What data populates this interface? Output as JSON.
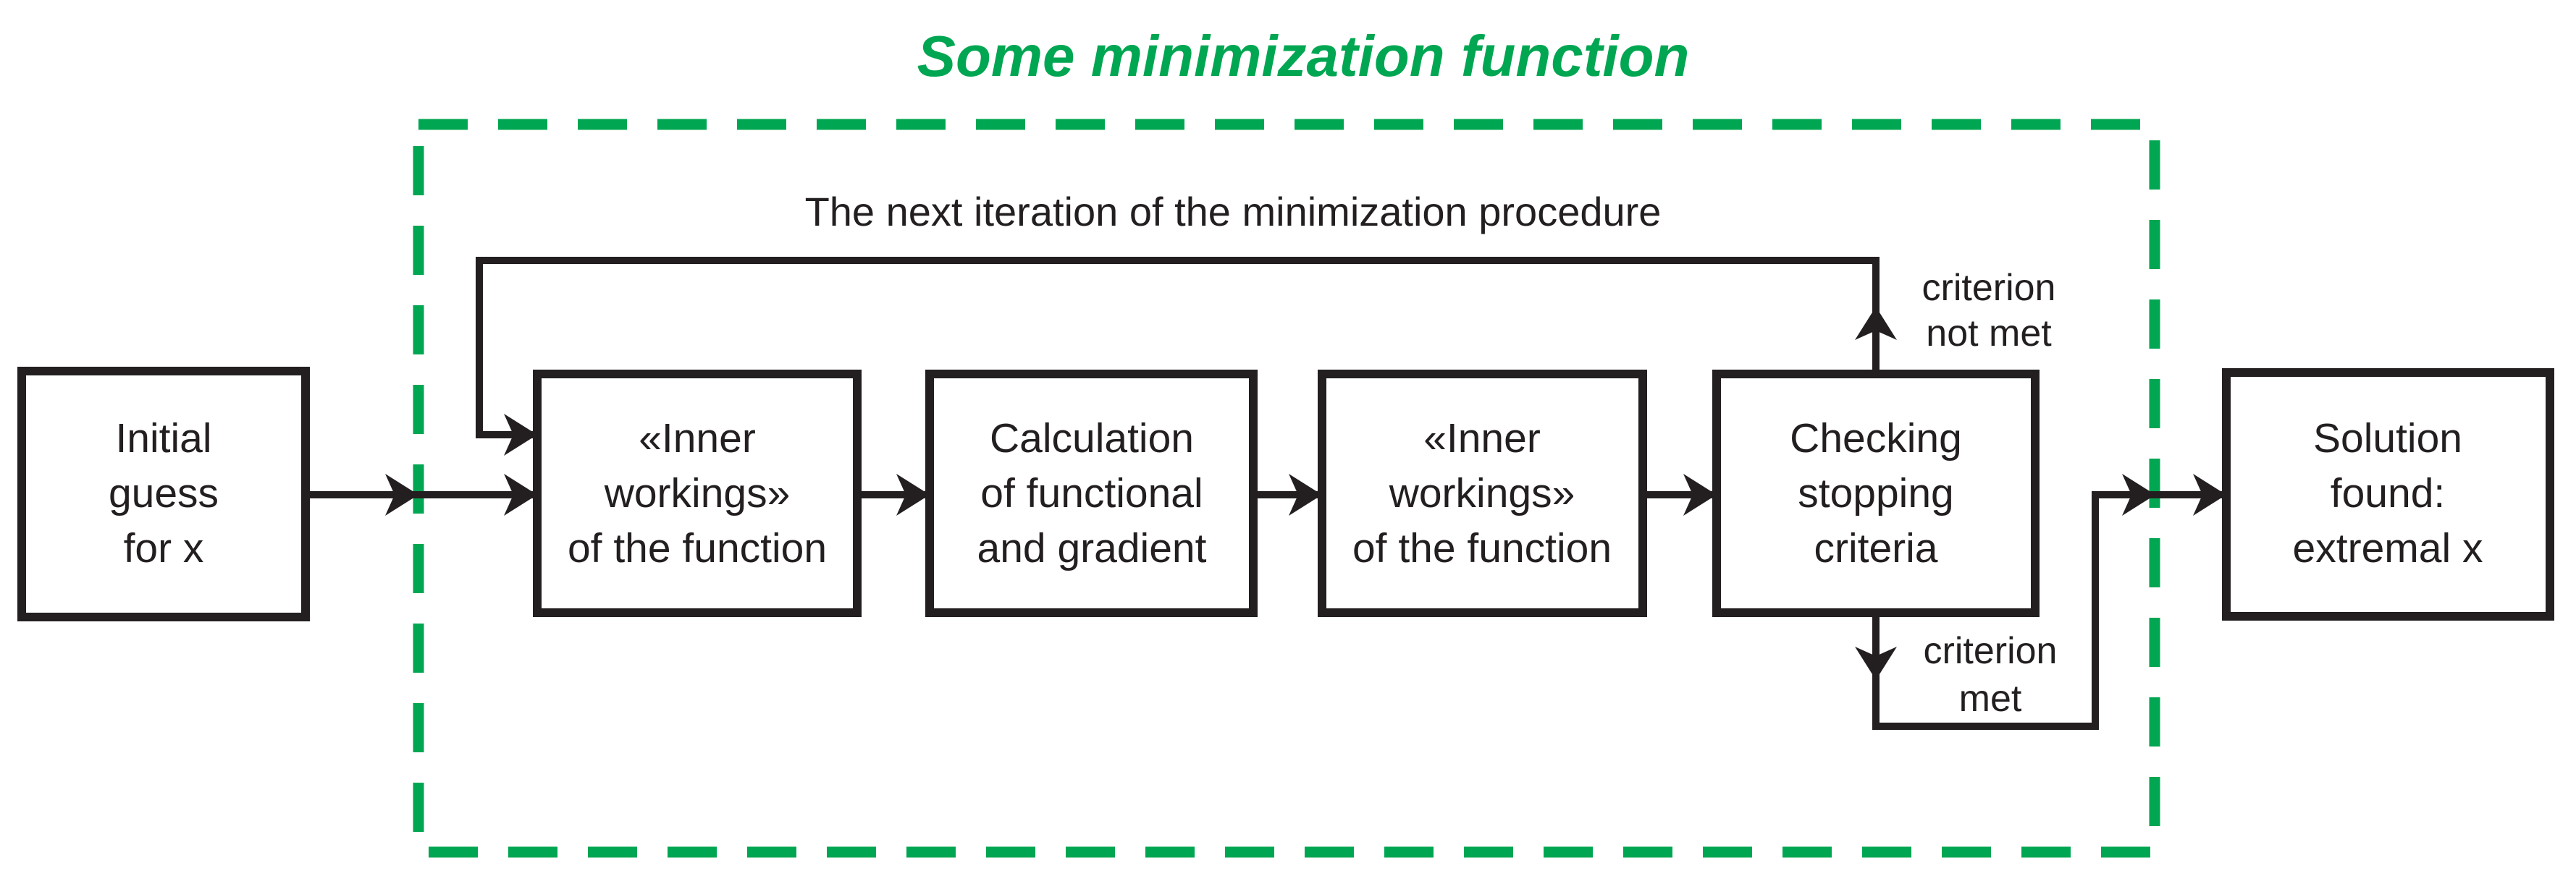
{
  "title": "Some minimization function",
  "loop_label": "The next iteration of the minimization procedure",
  "boxes": {
    "initial_guess": {
      "lines": [
        "Initial",
        "guess",
        "for x"
      ]
    },
    "inner_workings_1": {
      "lines": [
        "«Inner",
        "workings»",
        "of the function"
      ]
    },
    "calculation": {
      "lines": [
        "Calculation",
        "of functional",
        "and gradient"
      ]
    },
    "inner_workings_2": {
      "lines": [
        "«Inner",
        "workings»",
        "of the function"
      ]
    },
    "checking": {
      "lines": [
        "Checking",
        "stopping",
        "criteria"
      ]
    },
    "solution": {
      "lines": [
        "Solution",
        "found:",
        "extremal x"
      ]
    }
  },
  "edge_labels": {
    "criterion_not_met": {
      "lines": [
        "criterion",
        "not met"
      ]
    },
    "criterion_met": {
      "lines": [
        "criterion",
        "met"
      ]
    }
  },
  "colors": {
    "green": "#00A651",
    "black": "#231F20"
  }
}
